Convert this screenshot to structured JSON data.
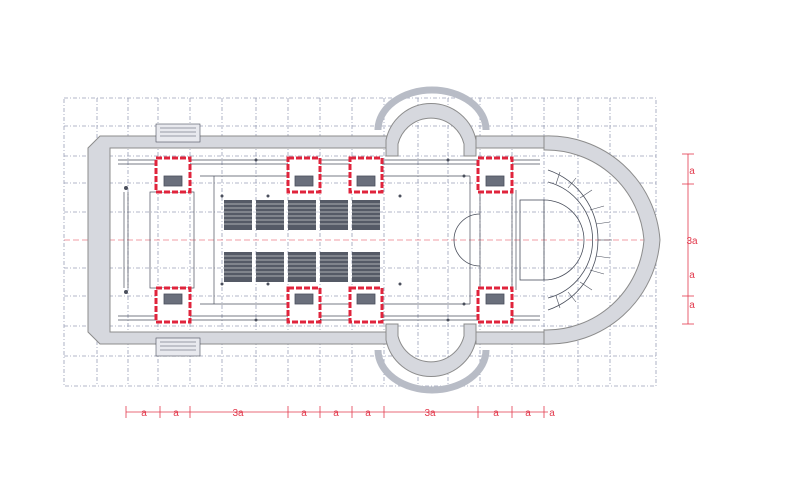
{
  "colors": {
    "grid": "#9aa0b8",
    "wall": "#8c8c8c",
    "wall_fill": "#d6d8de",
    "pier_red": "#e0243c",
    "dimension": "#e23a4d",
    "seating": "#555a66",
    "detail": "#4a4f5c"
  },
  "dimensions": {
    "bottom": [
      "a",
      "a",
      "3a",
      "a",
      "a",
      "a",
      "3a",
      "a",
      "a",
      "a"
    ],
    "right": [
      "a",
      "3a",
      "a",
      "a"
    ]
  }
}
